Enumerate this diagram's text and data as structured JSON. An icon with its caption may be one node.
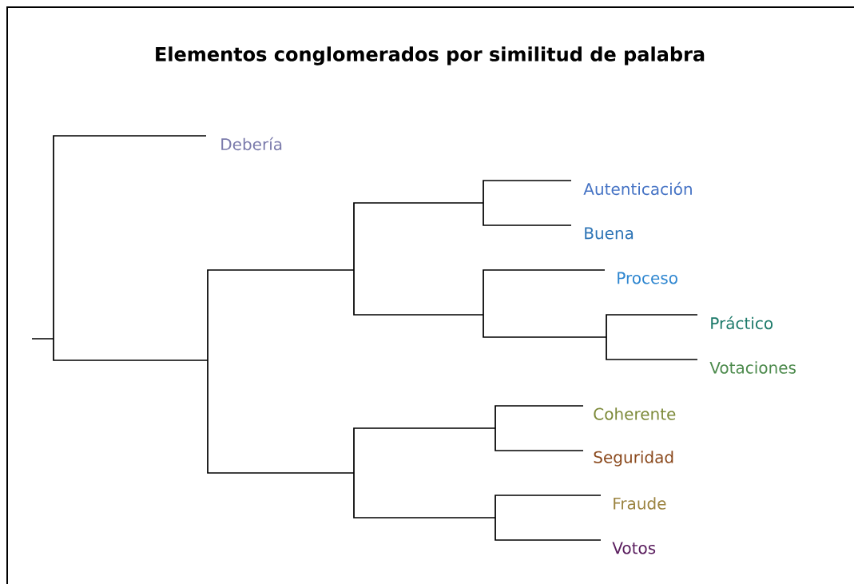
{
  "diagram": {
    "title": "Elementos conglomerados por similitud de palabra",
    "labels": [
      "Debería",
      "Autenticación",
      "Buena",
      "Proceso",
      "Práctico",
      "Votaciones",
      "Coherente",
      "Seguridad",
      "Fraude",
      "Votos"
    ]
  }
}
